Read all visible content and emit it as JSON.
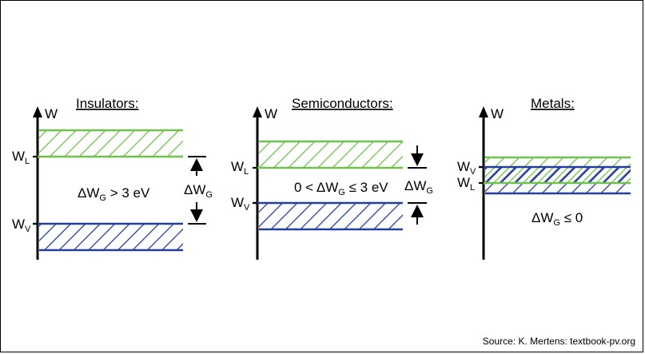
{
  "colors": {
    "conduction": "#6fc14b",
    "valence": "#233f9b",
    "axis": "#000000"
  },
  "axis_label": "W",
  "insulators": {
    "title": "Insulators:",
    "wl": "W",
    "wl_sub": "L",
    "wv": "W",
    "wv_sub": "V",
    "gap_eq": "ΔW",
    "gap_eq_sub": "G",
    "gap_eq_rest": " > 3 eV",
    "gap_label": "ΔW",
    "gap_label_sub": "G"
  },
  "semiconductors": {
    "title": "Semiconductors:",
    "wl": "W",
    "wl_sub": "L",
    "wv": "W",
    "wv_sub": "V",
    "gap_eq_pre": "0 < ΔW",
    "gap_eq_sub": "G",
    "gap_eq_rest": " ≤ 3 eV",
    "gap_label": "ΔW",
    "gap_label_sub": "G"
  },
  "metals": {
    "title": "Metals:",
    "wv": "W",
    "wv_sub": "V",
    "wl": "W",
    "wl_sub": "L",
    "gap_eq": "ΔW",
    "gap_eq_sub": "G",
    "gap_eq_rest": " ≤ 0"
  },
  "source": "Source: K. Mertens: textbook-pv.org"
}
